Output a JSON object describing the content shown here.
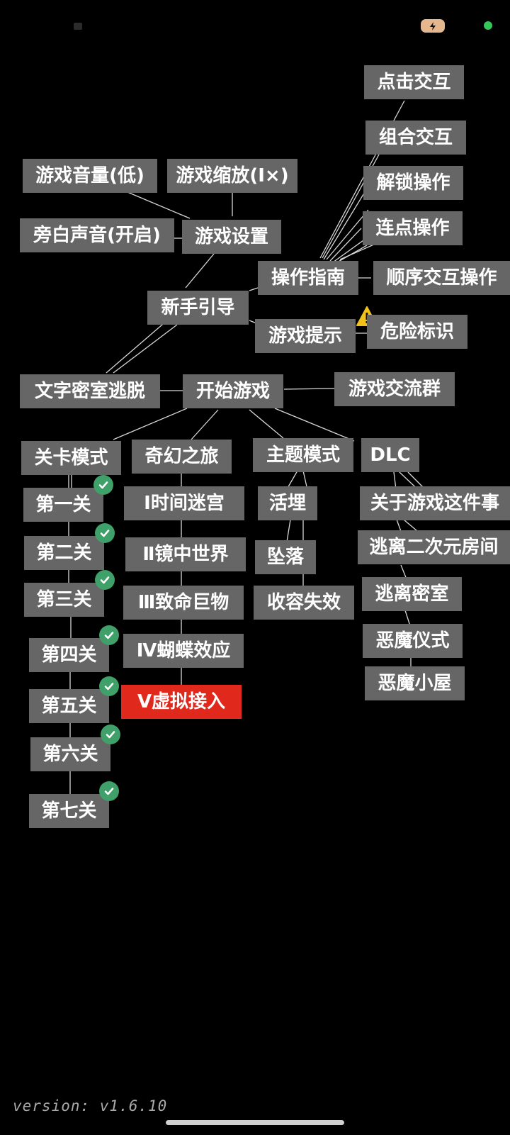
{
  "status_bar": {
    "battery_icon": "battery-charging-icon",
    "indicator_color": "#34c759"
  },
  "colors": {
    "node_bg": "#666666",
    "active_bg": "#e0291c",
    "check_bg": "#3fa069",
    "warning": "#f2c21b"
  },
  "menu": {
    "start_game": "开始游戏",
    "newbie_guide": "新手引导",
    "game_settings": "游戏设置",
    "volume": "游戏音量(低)",
    "zoom": "游戏缩放(Ⅰ×)",
    "narration": "旁白声音(开启)",
    "operation_guide": "操作指南",
    "click_interact": "点击交互",
    "combo_interact": "组合交互",
    "unlock_op": "解锁操作",
    "multi_click": "连点操作",
    "sequence_op": "顺序交互操作",
    "game_hint": "游戏提示",
    "danger_mark": "危险标识",
    "text_escape": "文字密室逃脱",
    "community": "游戏交流群",
    "level_mode": "关卡模式",
    "fantasy_trip": "奇幻之旅",
    "theme_mode": "主题模式",
    "dlc": "DLC"
  },
  "levels": [
    "第一关",
    "第二关",
    "第三关",
    "第四关",
    "第五关",
    "第六关",
    "第七关"
  ],
  "fantasy": [
    "Ⅰ时间迷宫",
    "Ⅱ镜中世界",
    "Ⅲ致命巨物",
    "Ⅳ蝴蝶效应",
    "Ⅴ虚拟接入"
  ],
  "themes": [
    "活埋",
    "坠落",
    "收容失效"
  ],
  "dlc_items": [
    "关于游戏这件事",
    "逃离二次元房间",
    "逃离密室",
    "恶魔仪式",
    "恶魔小屋"
  ],
  "version": "version: v1.6.10"
}
